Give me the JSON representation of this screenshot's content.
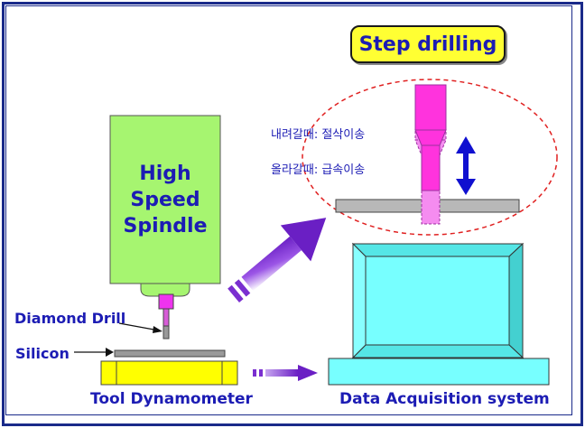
{
  "title": "Step drilling",
  "spindle_label": "High Speed Spindle",
  "labels": {
    "diamond_drill": "Diamond Drill",
    "silicon": "Silicon",
    "tool_dynamometer": "Tool Dynamometer",
    "data_acquisition": "Data Acquisition system"
  },
  "notes": {
    "descending": "내려갈때: 절삭이송",
    "ascending": "올라갈때: 급속이송"
  },
  "colors": {
    "frame": "#1a2a8a",
    "text": "#1c1cb4",
    "spindle": "#a6f570",
    "drill": "#ee33ee",
    "dynamometer": "#ffff00",
    "monitor": "#77ffff",
    "arrow": "#7a2fd0",
    "motion_arrow": "#1010d0",
    "ellipse": "#e02020",
    "title_bg": "#ffff33"
  }
}
